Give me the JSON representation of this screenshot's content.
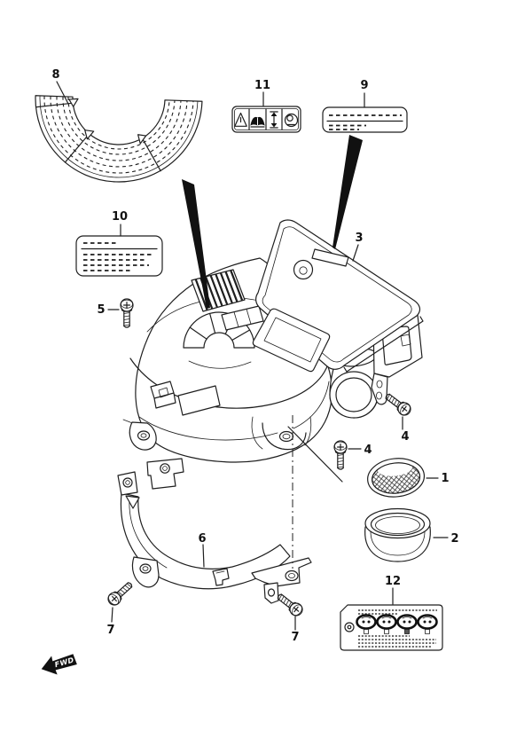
{
  "diagram": {
    "type": "exploded-parts-diagram",
    "colors": {
      "background": "#ffffff",
      "line": "#1f1f1f",
      "ink": "#111111"
    },
    "fwd_marker": {
      "label": "FWD"
    },
    "callouts": {
      "c1": {
        "label": "1"
      },
      "c2": {
        "label": "2"
      },
      "c3": {
        "label": "3"
      },
      "c4_upper": {
        "label": "4"
      },
      "c4_lower": {
        "label": "4"
      },
      "c5": {
        "label": "5"
      },
      "c6": {
        "label": "6"
      },
      "c7_left": {
        "label": "7"
      },
      "c7_right": {
        "label": "7"
      },
      "c8": {
        "label": "8"
      },
      "c9": {
        "label": "9"
      },
      "c10": {
        "label": "10"
      },
      "c11": {
        "label": "11"
      },
      "c12": {
        "label": "12"
      }
    },
    "caution_label_icons": [
      "warning-triangle-icon",
      "owners-manual-icon",
      "up-down-arrow-icon",
      "fuel-cap-icon"
    ],
    "spec_label_icons": [
      "mix-ratio-oval-icon",
      "mix-ratio-oval-icon",
      "mix-ratio-oval-icon",
      "mix-ratio-oval-icon"
    ]
  }
}
